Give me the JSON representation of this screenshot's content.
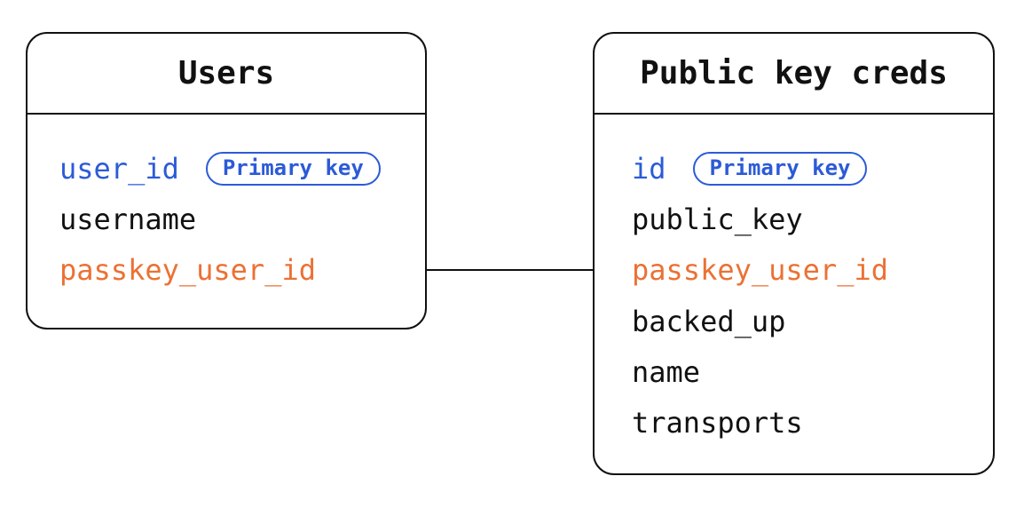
{
  "colors": {
    "primary_blue": "#2c5bd7",
    "foreign_orange": "#eb7134",
    "text_black": "#111111",
    "border": "#111111",
    "background": "#ffffff"
  },
  "tables": [
    {
      "title": "Users",
      "fields": [
        {
          "name": "user_id",
          "role": "primary",
          "badge": "Primary key"
        },
        {
          "name": "username",
          "role": "normal"
        },
        {
          "name": "passkey_user_id",
          "role": "foreign"
        }
      ]
    },
    {
      "title": "Public key creds",
      "fields": [
        {
          "name": "id",
          "role": "primary",
          "badge": "Primary key"
        },
        {
          "name": "public_key",
          "role": "normal"
        },
        {
          "name": "passkey_user_id",
          "role": "foreign"
        },
        {
          "name": "backed_up",
          "role": "normal"
        },
        {
          "name": "name",
          "role": "normal"
        },
        {
          "name": "transports",
          "role": "normal"
        }
      ]
    }
  ],
  "relationship": {
    "from": "Users.passkey_user_id",
    "to": "Public key creds.passkey_user_id"
  }
}
